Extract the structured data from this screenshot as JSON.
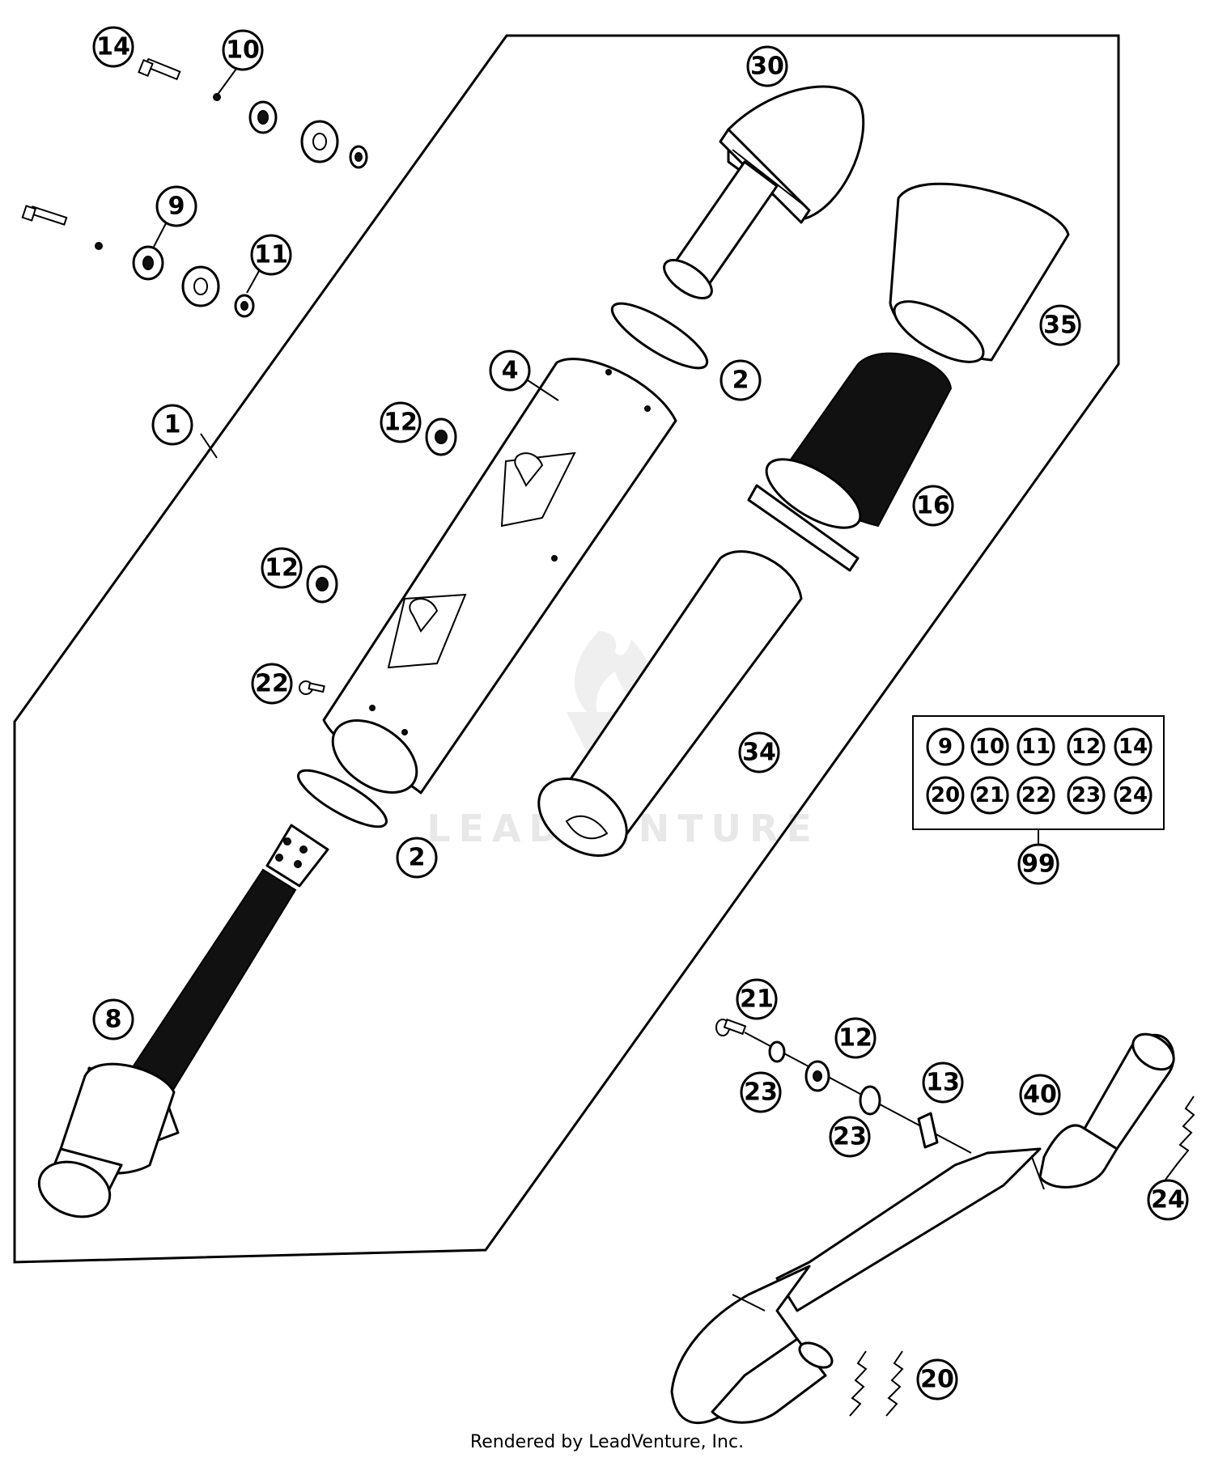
{
  "diagram": {
    "callouts": [
      {
        "id": "c14-top",
        "label": "14"
      },
      {
        "id": "c10-top",
        "label": "10"
      },
      {
        "id": "c9",
        "label": "9"
      },
      {
        "id": "c11",
        "label": "11"
      },
      {
        "id": "c1",
        "label": "1"
      },
      {
        "id": "c12-a",
        "label": "12"
      },
      {
        "id": "c12-b",
        "label": "12"
      },
      {
        "id": "c22",
        "label": "22"
      },
      {
        "id": "c4",
        "label": "4"
      },
      {
        "id": "c2-top",
        "label": "2"
      },
      {
        "id": "c2-bottom",
        "label": "2"
      },
      {
        "id": "c30",
        "label": "30"
      },
      {
        "id": "c35",
        "label": "35"
      },
      {
        "id": "c16",
        "label": "16"
      },
      {
        "id": "c34",
        "label": "34"
      },
      {
        "id": "c8",
        "label": "8"
      },
      {
        "id": "c99",
        "label": "99"
      },
      {
        "id": "c21",
        "label": "21"
      },
      {
        "id": "c12-c",
        "label": "12"
      },
      {
        "id": "c23-a",
        "label": "23"
      },
      {
        "id": "c23-b",
        "label": "23"
      },
      {
        "id": "c13",
        "label": "13"
      },
      {
        "id": "c40",
        "label": "40"
      },
      {
        "id": "c24",
        "label": "24"
      },
      {
        "id": "c20",
        "label": "20"
      }
    ],
    "kit_box": {
      "row1": [
        "9",
        "10",
        "11",
        "12",
        "14"
      ],
      "row2": [
        "20",
        "21",
        "22",
        "23",
        "24"
      ]
    },
    "watermark": "LEADVENTURE"
  },
  "footer": {
    "credit": "Rendered by LeadVenture, Inc."
  }
}
